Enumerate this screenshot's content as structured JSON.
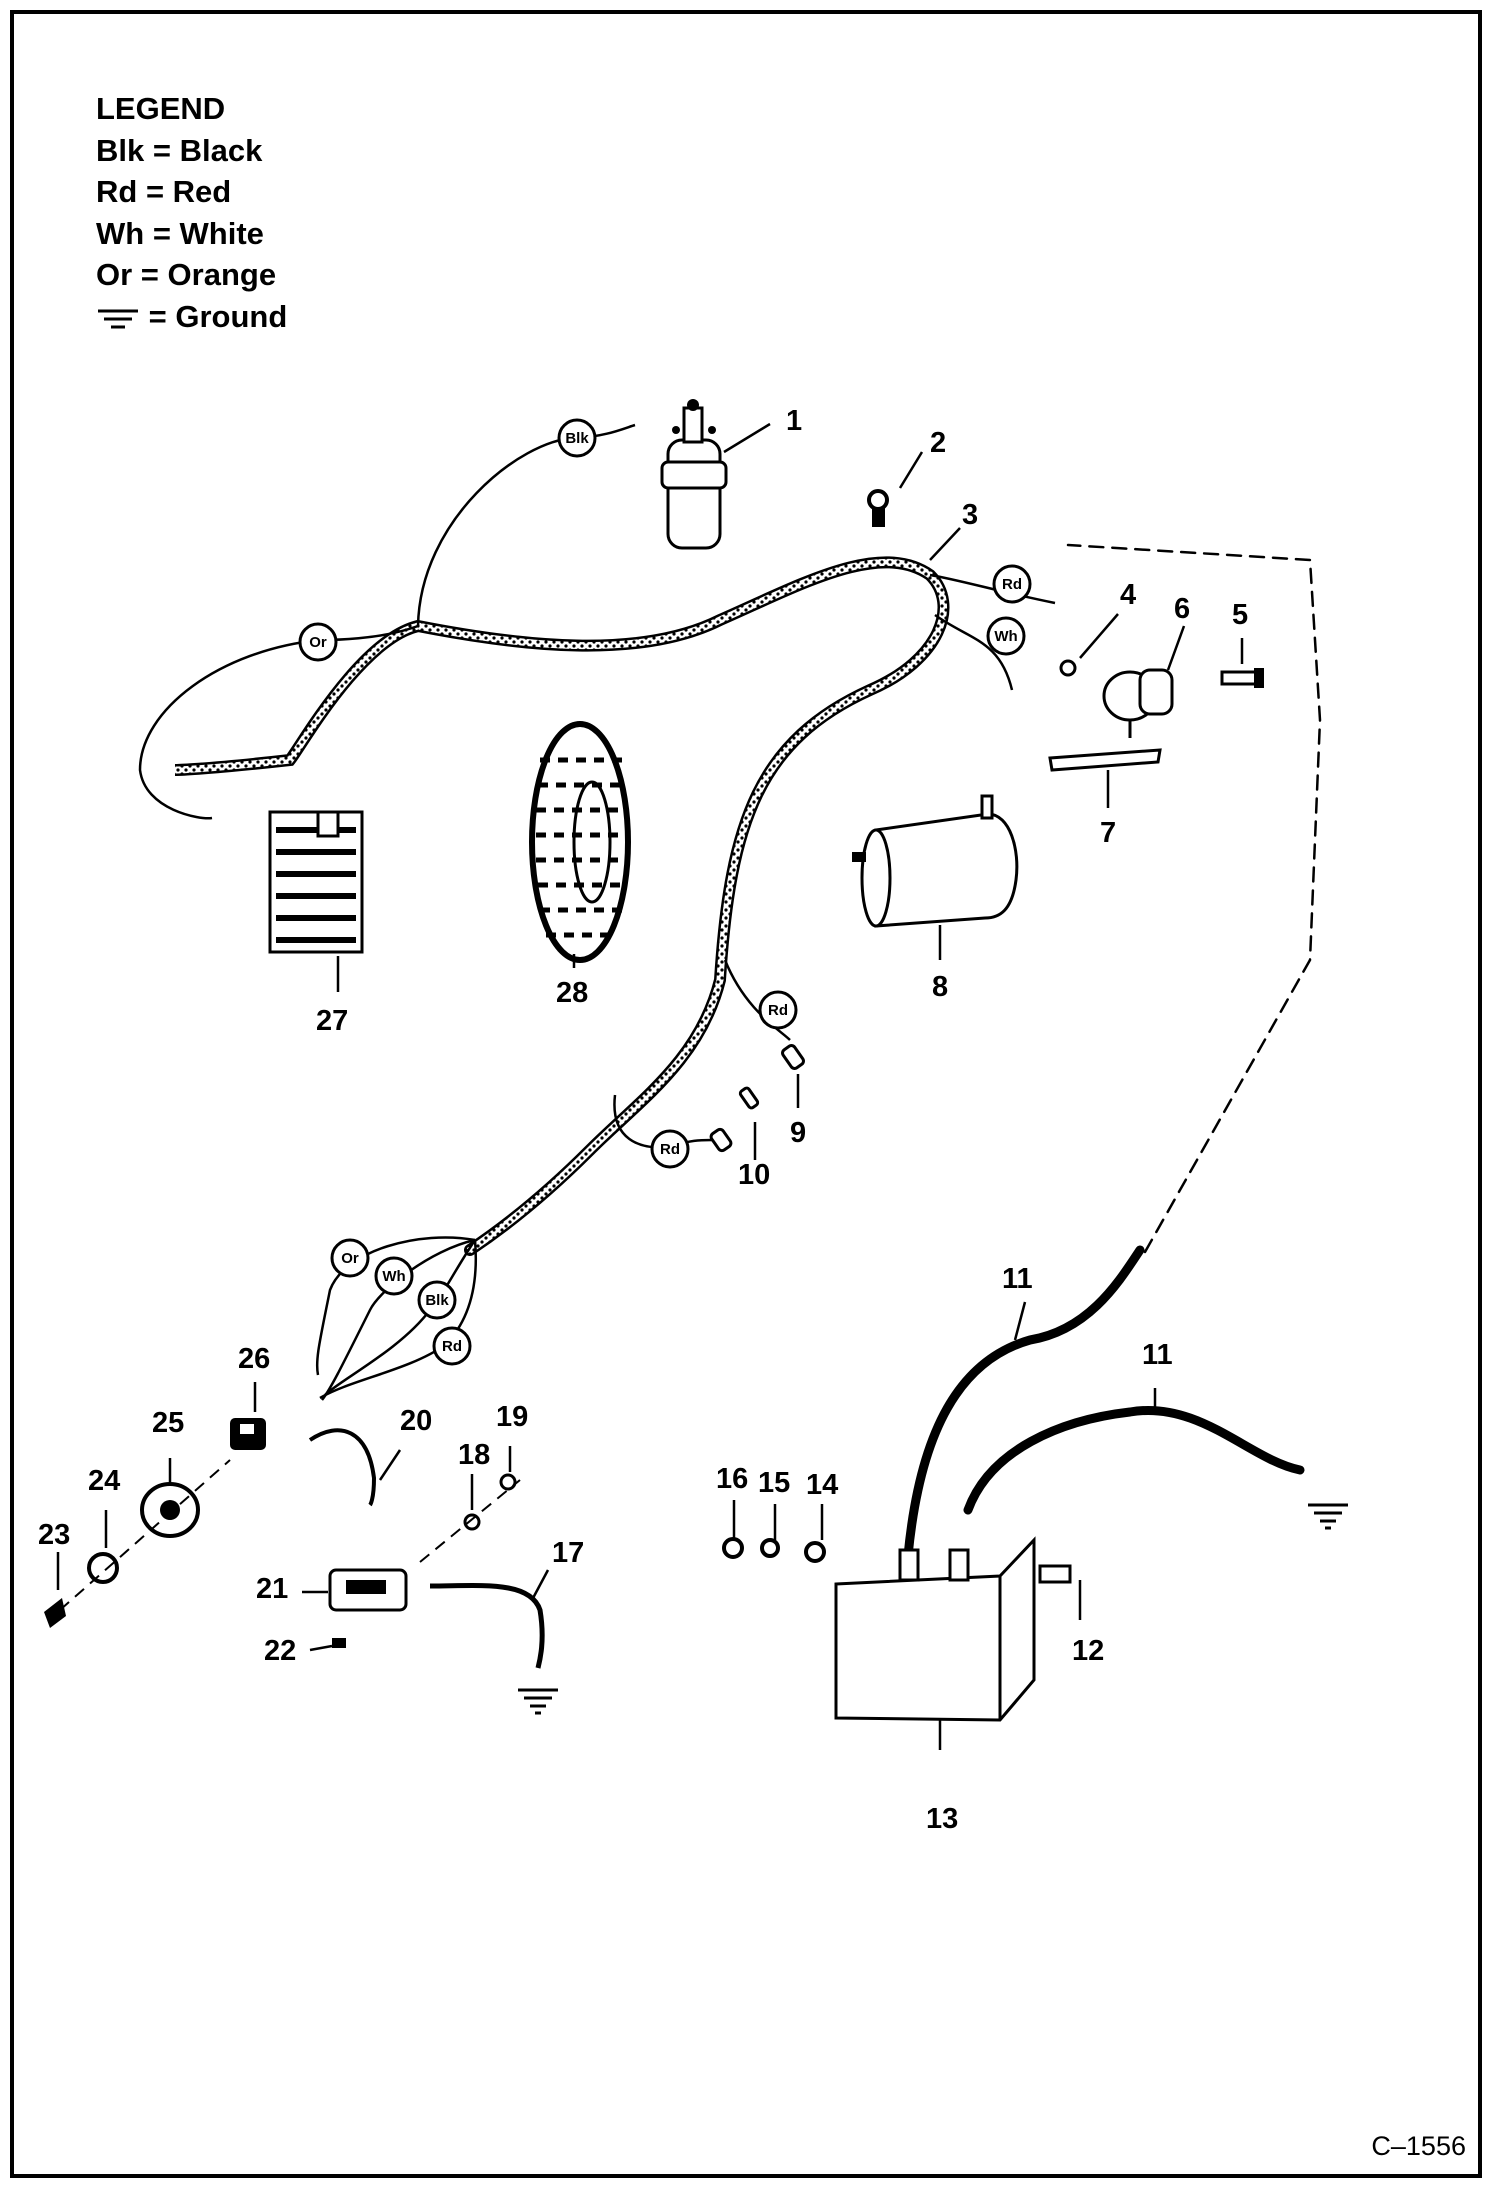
{
  "legend": {
    "title": "LEGEND",
    "items": [
      {
        "abbr": "Blk",
        "meaning": "Black"
      },
      {
        "abbr": "Rd",
        "meaning": "Red"
      },
      {
        "abbr": "Wh",
        "meaning": "White"
      },
      {
        "abbr": "Or",
        "meaning": "Orange"
      }
    ],
    "ground_label": "Ground"
  },
  "wire_tags": {
    "blk": "Blk",
    "or": "Or",
    "rd": "Rd",
    "wh": "Wh"
  },
  "callouts": [
    "1",
    "2",
    "3",
    "4",
    "5",
    "6",
    "7",
    "8",
    "9",
    "10",
    "11",
    "12",
    "13",
    "14",
    "15",
    "16",
    "17",
    "18",
    "19",
    "20",
    "21",
    "22",
    "23",
    "24",
    "25",
    "26",
    "27",
    "28"
  ],
  "drawing_code": "C–1556"
}
